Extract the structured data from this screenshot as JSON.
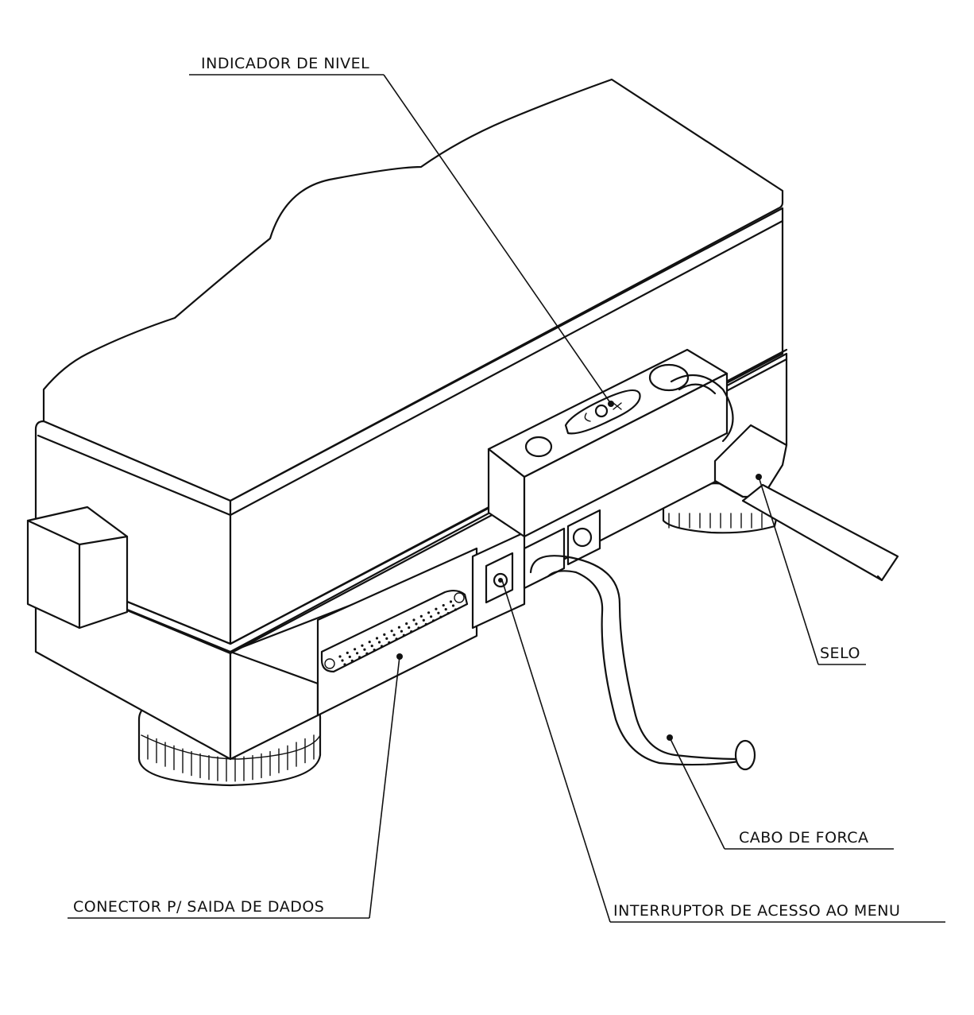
{
  "labels": {
    "indicador_de_nivel": "INDICADOR DE NIVEL",
    "selo": "SELO",
    "cabo_de_forca": "CABO DE FORCA",
    "conector_saida_de_dados": "CONECTOR P/ SAIDA DE DADOS",
    "interruptor_acesso_menu": "INTERRUPTOR DE ACESSO AO MENU"
  }
}
